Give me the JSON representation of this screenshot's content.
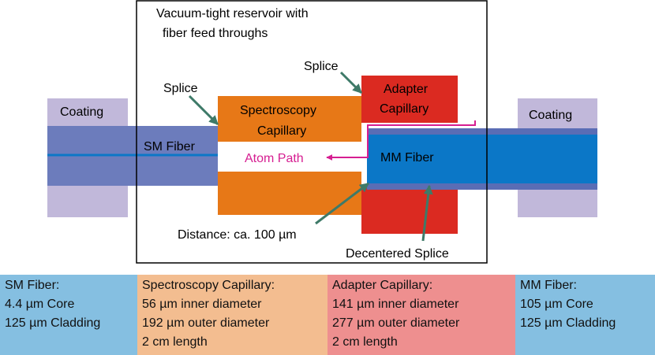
{
  "colors": {
    "coating": "#c1b8da",
    "sm_fiber": "#6c7cbc",
    "mm_fiber": "#0b77c7",
    "mm_fiber_cladding": "#5a6db5",
    "spectroscopy_capillary": "#e77817",
    "adapter_capillary": "#db2a21",
    "atom_path": "#d61e91",
    "arrow": "#3e7a68",
    "panel_sm": "#85bfe1",
    "panel_spectroscopy": "#f3bd90",
    "panel_adapter": "#ee8f8f",
    "panel_mm": "#85bfe1"
  },
  "diagram": {
    "reservoir_label_line1": "Vacuum-tight reservoir with",
    "reservoir_label_line2": "fiber feed throughs",
    "coating_left": "Coating",
    "coating_right": "Coating",
    "sm_fiber_label": "SM Fiber",
    "mm_fiber_label": "MM Fiber",
    "spectroscopy_capillary_line1": "Spectroscopy",
    "spectroscopy_capillary_line2": "Capillary",
    "adapter_capillary_line1": "Adapter",
    "adapter_capillary_line2": "Capillary",
    "atom_path_label": "Atom Path",
    "splice_left_label": "Splice",
    "splice_top_label": "Splice",
    "distance_label": "Distance: ca. 100 µm",
    "decentered_splice_label": "Decentered Splice"
  },
  "panels": {
    "sm_fiber": {
      "title": "SM Fiber:",
      "lines": [
        "4.4 µm Core",
        "125 µm Cladding"
      ]
    },
    "spectroscopy_capillary": {
      "title": "Spectroscopy Capillary:",
      "lines": [
        "56 µm inner diameter",
        "192 µm outer diameter",
        "2 cm length"
      ]
    },
    "adapter_capillary": {
      "title": "Adapter Capillary:",
      "lines": [
        "141 µm inner diameter",
        "277 µm outer diameter",
        "2 cm length"
      ]
    },
    "mm_fiber": {
      "title": "MM Fiber:",
      "lines": [
        "105 µm Core",
        "125 µm Cladding"
      ]
    }
  }
}
